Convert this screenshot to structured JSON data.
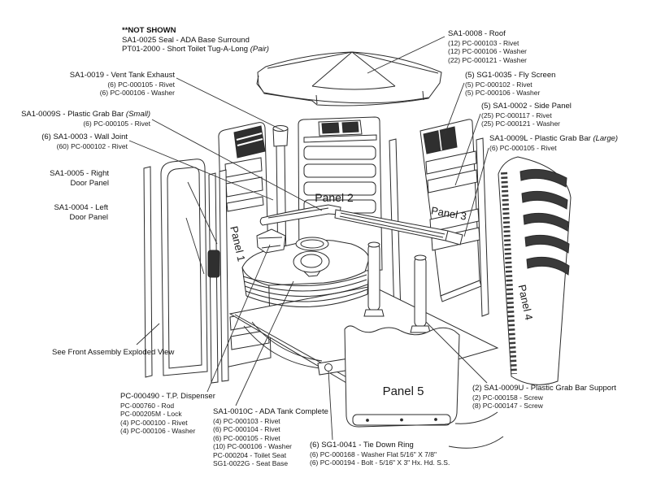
{
  "colors": {
    "ink": "#2b2b2b",
    "dark_fill": "#2f2f2f",
    "background": "#ffffff"
  },
  "panels": {
    "p1": "Panel 1",
    "p2": "Panel 2",
    "p3": "Panel 3",
    "p4": "Panel 4",
    "p5": "Panel 5"
  },
  "callouts": {
    "not_shown": {
      "l1": "**NOT SHOWN",
      "l2": "SA1-0025 Seal - ADA  Base Surround",
      "l3": "PT01-2000 - Short Toilet Tug-A-Long ",
      "l3i": "(Pair)"
    },
    "vent_exhaust": {
      "l1": "SA1-0019 - Vent Tank Exhaust",
      "l2": "(6) PC-000105 - Rivet",
      "l3": "(6) PC-000106 - Washer"
    },
    "grab_bar_small": {
      "l1": "SA1-0009S - Plastic Grab Bar ",
      "l1i": "(Small)",
      "l2": "(6) PC-000105 - Rivet"
    },
    "wall_joint": {
      "l1": "(6) SA1-0003 - Wall Joint",
      "l2": "(60) PC-000102 - Rivet"
    },
    "right_door": {
      "l1": "SA1-0005 - Right",
      "l2": "Door Panel"
    },
    "left_door": {
      "l1": "SA1-0004 - Left",
      "l2": "Door Panel"
    },
    "see_front": {
      "l1": "See Front Assembly Exploded View"
    },
    "tp_dispenser": {
      "l1": "PC-000490 - T.P. Dispenser",
      "l2": "PC-000760 - Rod",
      "l3": "PC-000205M - Lock",
      "l4": "(4) PC-000100 - Rivet",
      "l5": "(4) PC-000106 - Washer"
    },
    "ada_tank": {
      "l1": "SA1-0010C - ADA Tank Complete",
      "l2": "(4) PC-000103 - Rivet",
      "l3": "(6) PC-000104 - Rivet",
      "l4": "(6) PC-000105 - Rivet",
      "l5": "(10) PC-000106 - Washer",
      "l6": "PC-000204 - Toilet Seat",
      "l7": "SG1-0022G - Seat Base"
    },
    "roof": {
      "l1": "SA1-0008 - Roof",
      "l2": "(12) PC-000103 - Rivet",
      "l3": "(12) PC-000106 - Washer",
      "l4": "(22) PC-000121 - Washer"
    },
    "fly_screen": {
      "l1": "(5) SG1-0035 - Fly Screen",
      "l2": "(5) PC-000102 - Rivet",
      "l3": "(5) PC-000106 - Washer"
    },
    "side_panel": {
      "l1": "(5) SA1-0002 - Side Panel",
      "l2": "(25) PC-000117 - Rivet",
      "l3": "(25) PC-000121 - Washer"
    },
    "grab_bar_large": {
      "l1": "SA1-0009L - Plastic Grab Bar ",
      "l1i": "(Large)",
      "l2": "(6) PC-000105 - Rivet"
    },
    "grab_bar_support": {
      "l1": "(2) SA1-0009U - Plastic Grab Bar Support",
      "l2": "(2) PC-000158 - Screw",
      "l3": "(8) PC-000147 - Screw"
    },
    "tie_down": {
      "l1": "(6) SG1-0041 - Tie Down Ring",
      "l2": "(6) PC-000168 - Washer Flat 5/16\" X 7/8\"",
      "l3": "(6) PC-000194 - Bolt - 5/16\" X 3\" Hx. Hd. S.S."
    }
  }
}
